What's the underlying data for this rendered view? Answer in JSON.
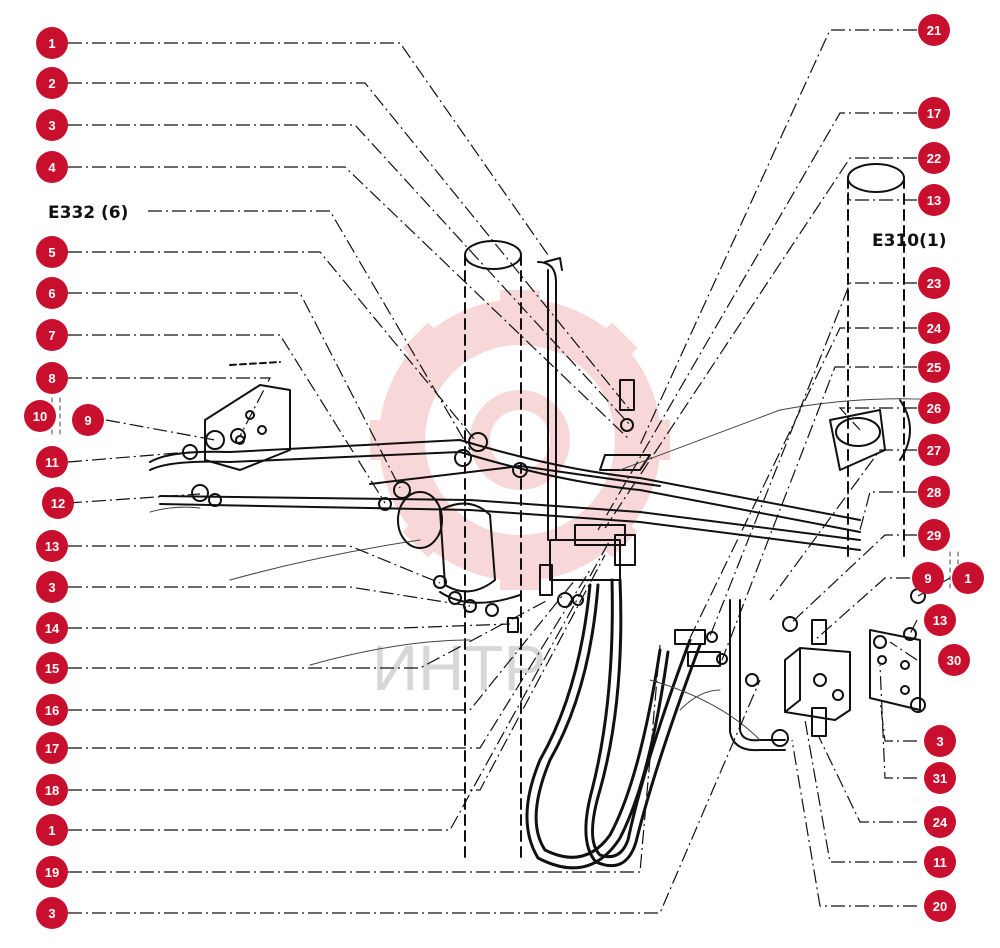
{
  "colors": {
    "callout": "#c8102e",
    "ink": "#111111",
    "watermark_gear": "#f2b7b7",
    "watermark_text": "#bdbdbd"
  },
  "watermark": {
    "text": "ИНТР"
  },
  "references": [
    {
      "id": "e332",
      "text": "E332 (6)"
    },
    {
      "id": "e310",
      "text": "E310(1)"
    }
  ],
  "callouts": [
    {
      "id": "L1",
      "label": "1"
    },
    {
      "id": "L2",
      "label": "2"
    },
    {
      "id": "L3",
      "label": "3"
    },
    {
      "id": "L4",
      "label": "4"
    },
    {
      "id": "L5",
      "label": "5"
    },
    {
      "id": "L6",
      "label": "6"
    },
    {
      "id": "L7",
      "label": "7"
    },
    {
      "id": "L8",
      "label": "8"
    },
    {
      "id": "L9",
      "label": "9"
    },
    {
      "id": "L10",
      "label": "10"
    },
    {
      "id": "L11",
      "label": "11"
    },
    {
      "id": "L12",
      "label": "12"
    },
    {
      "id": "L13",
      "label": "13"
    },
    {
      "id": "L3b",
      "label": "3"
    },
    {
      "id": "L14",
      "label": "14"
    },
    {
      "id": "L15",
      "label": "15"
    },
    {
      "id": "L16",
      "label": "16"
    },
    {
      "id": "L17",
      "label": "17"
    },
    {
      "id": "L18",
      "label": "18"
    },
    {
      "id": "L1b",
      "label": "1"
    },
    {
      "id": "L19",
      "label": "19"
    },
    {
      "id": "L3c",
      "label": "3"
    },
    {
      "id": "R21",
      "label": "21"
    },
    {
      "id": "R17",
      "label": "17"
    },
    {
      "id": "R22",
      "label": "22"
    },
    {
      "id": "R13",
      "label": "13"
    },
    {
      "id": "R23",
      "label": "23"
    },
    {
      "id": "R24",
      "label": "24"
    },
    {
      "id": "R25",
      "label": "25"
    },
    {
      "id": "R26",
      "label": "26"
    },
    {
      "id": "R27",
      "label": "27"
    },
    {
      "id": "R28",
      "label": "28"
    },
    {
      "id": "R29",
      "label": "29"
    },
    {
      "id": "R9",
      "label": "9"
    },
    {
      "id": "R1",
      "label": "1"
    },
    {
      "id": "R13b",
      "label": "13"
    },
    {
      "id": "R30",
      "label": "30"
    },
    {
      "id": "R3",
      "label": "3"
    },
    {
      "id": "R31",
      "label": "31"
    },
    {
      "id": "R24b",
      "label": "24"
    },
    {
      "id": "R11",
      "label": "11"
    },
    {
      "id": "R20",
      "label": "20"
    }
  ]
}
